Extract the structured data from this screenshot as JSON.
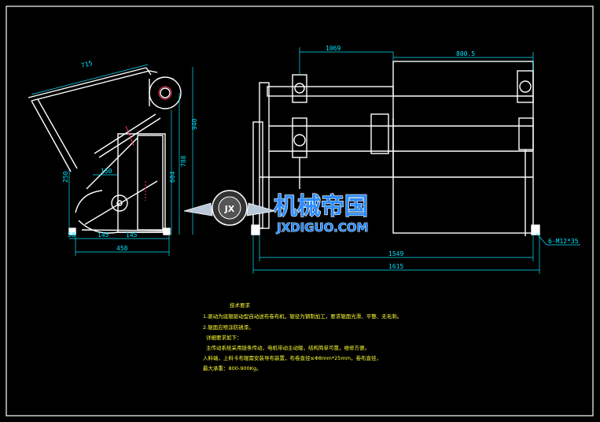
{
  "drawing": {
    "side_view_dims": {
      "top": "715",
      "height_overall": "940",
      "height_mid": "788",
      "height_inner": "604",
      "left_height": "250",
      "inner_width": "150",
      "bottom_a": "50",
      "bottom_b": "145",
      "bottom_c": "145",
      "bottom_total": "458"
    },
    "front_view_dims": {
      "top_left": "1069",
      "top_right": "800.5",
      "inner_width": "1549",
      "overall_width": "1615",
      "bolt_callout": "6-M12*35"
    },
    "notes": {
      "title": "技术要求",
      "lines": [
        "1.驱动为底辊驱动型自动送布卷布机，辊径为钢制加工，要求辊面光滑、平整、无毛刺。",
        "2.辊面应喷涂防锈漆。",
        "详细要求如下：",
        "主传动系统采用链条传动，电机带动主动辊，结构简单可靠，维修方便。",
        "入料端，上料卡布辊需安装导布装置，布卷直径≤Φ8mm*25mm，卷布直径，",
        "最大承重：800-900Kg。"
      ]
    },
    "watermark": {
      "cn": "机械帝国",
      "en": "JXDIGUO.COM",
      "emblem": "JX"
    }
  }
}
